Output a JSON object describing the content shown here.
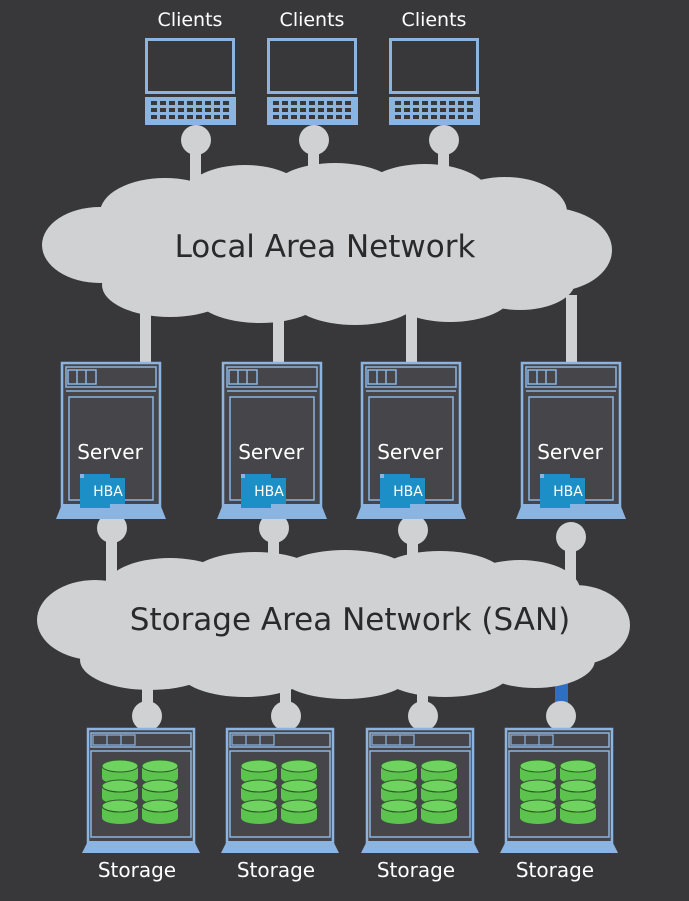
{
  "lan": {
    "label": "Local Area Network"
  },
  "san": {
    "label": "Storage Area Network (SAN)"
  },
  "clients": [
    {
      "label": "Clients"
    },
    {
      "label": "Clients"
    },
    {
      "label": "Clients"
    }
  ],
  "servers": [
    {
      "label": "Server",
      "hba": "HBA"
    },
    {
      "label": "Server",
      "hba": "HBA"
    },
    {
      "label": "Server",
      "hba": "HBA"
    },
    {
      "label": "Server",
      "hba": "HBA"
    }
  ],
  "storage": [
    {
      "label": "Storage"
    },
    {
      "label": "Storage"
    },
    {
      "label": "Storage"
    },
    {
      "label": "Storage"
    }
  ],
  "colors": {
    "background": "#38383a",
    "cloud": "#d0d1d3",
    "connector": "#d0d1d3",
    "device_frame": "#8cb4e0",
    "device_fill": "#46464a",
    "hba_badge": "#1b8fc6",
    "disk": "#5cc34e",
    "highlight_link": "#2f6fc1"
  }
}
